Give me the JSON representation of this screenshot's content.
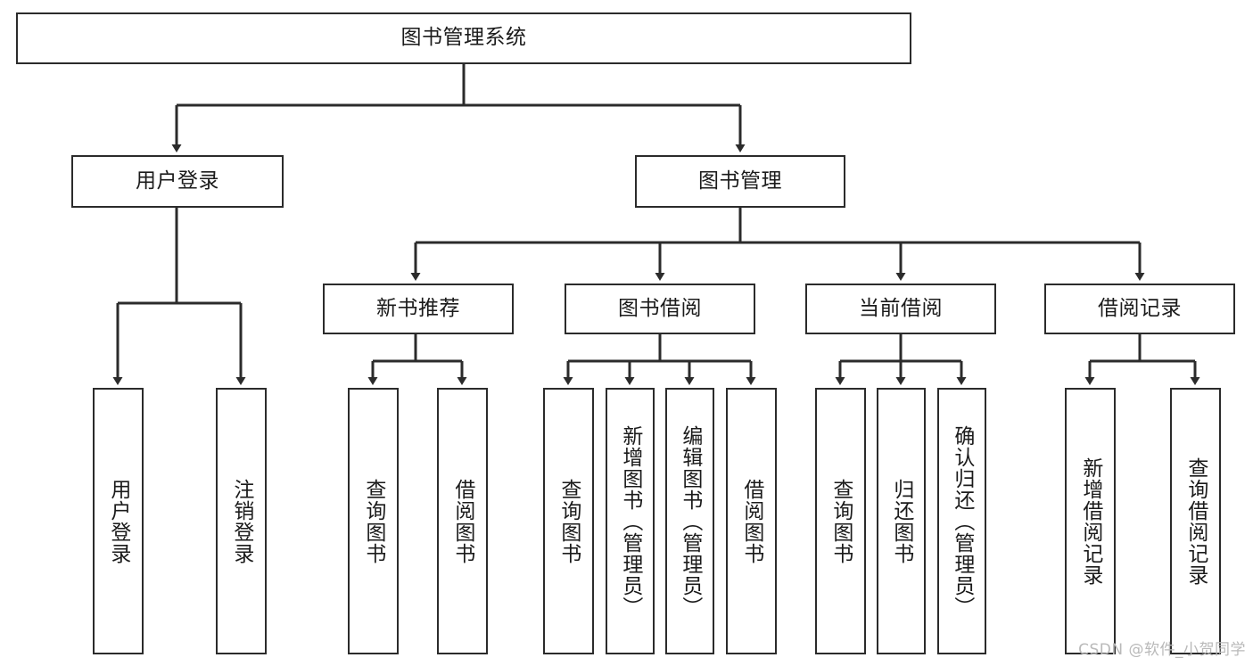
{
  "diagram": {
    "type": "tree-hierarchy",
    "title": "图书管理系统",
    "watermark": "CSDN @软件_小贺同学",
    "colors": {
      "stroke": "#2b2b2b",
      "fill": "#ffffff",
      "text": "#1b1b1b",
      "watermark": "#b9b9b9"
    },
    "nodes": {
      "root": {
        "label": "图书管理系统"
      },
      "level1": [
        {
          "id": "user-login",
          "label": "用户登录"
        },
        {
          "id": "book-manage",
          "label": "图书管理"
        }
      ],
      "level2": [
        {
          "id": "new-book-recommend",
          "label": "新书推荐"
        },
        {
          "id": "book-borrow",
          "label": "图书借阅"
        },
        {
          "id": "current-borrow",
          "label": "当前借阅"
        },
        {
          "id": "borrow-record",
          "label": "借阅记录"
        }
      ],
      "leaves": [
        {
          "id": "leaf-user-login",
          "label": "用户登录",
          "parent": "user-login"
        },
        {
          "id": "leaf-logout",
          "label": "注销登录",
          "parent": "user-login"
        },
        {
          "id": "leaf-query-book-1",
          "label": "查询图书",
          "parent": "new-book-recommend"
        },
        {
          "id": "leaf-borrow-book-1",
          "label": "借阅图书",
          "parent": "new-book-recommend"
        },
        {
          "id": "leaf-query-book-2",
          "label": "查询图书",
          "parent": "book-borrow"
        },
        {
          "id": "leaf-add-book",
          "label": "新增图书（管理员）",
          "parent": "book-borrow"
        },
        {
          "id": "leaf-edit-book",
          "label": "编辑图书（管理员）",
          "parent": "book-borrow"
        },
        {
          "id": "leaf-borrow-book-2",
          "label": "借阅图书",
          "parent": "book-borrow"
        },
        {
          "id": "leaf-query-book-3",
          "label": "查询图书",
          "parent": "current-borrow"
        },
        {
          "id": "leaf-return-book",
          "label": "归还图书",
          "parent": "current-borrow"
        },
        {
          "id": "leaf-confirm-return",
          "label": "确认归还（管理员）",
          "parent": "current-borrow"
        },
        {
          "id": "leaf-add-record",
          "label": "新增借阅记录",
          "parent": "borrow-record"
        },
        {
          "id": "leaf-query-record",
          "label": "查询借阅记录",
          "parent": "borrow-record"
        }
      ]
    }
  }
}
